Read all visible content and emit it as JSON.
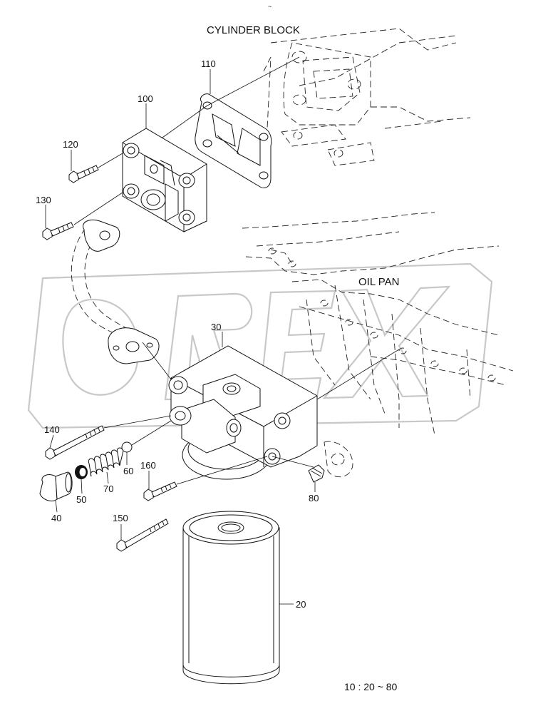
{
  "diagram": {
    "area_labels": {
      "cylinder_block": "CYLINDER BLOCK",
      "oil_pan": "OIL PAN"
    },
    "parts": [
      {
        "id": "110",
        "name": "gasket"
      },
      {
        "id": "100",
        "name": "adapter-block"
      },
      {
        "id": "120",
        "name": "bolt-short"
      },
      {
        "id": "130",
        "name": "bolt-short-lower"
      },
      {
        "id": "30",
        "name": "filter-head"
      },
      {
        "id": "140",
        "name": "bolt-long"
      },
      {
        "id": "60",
        "name": "ball"
      },
      {
        "id": "160",
        "name": "bolt-medium"
      },
      {
        "id": "50",
        "name": "o-ring"
      },
      {
        "id": "70",
        "name": "spring"
      },
      {
        "id": "80",
        "name": "plug"
      },
      {
        "id": "40",
        "name": "relief-plug"
      },
      {
        "id": "150",
        "name": "bolt-long-lower"
      },
      {
        "id": "20",
        "name": "oil-filter-cartridge"
      }
    ],
    "reference": "10 : 20 ~ 80",
    "watermark": "OREX",
    "corner_mark": "~"
  }
}
